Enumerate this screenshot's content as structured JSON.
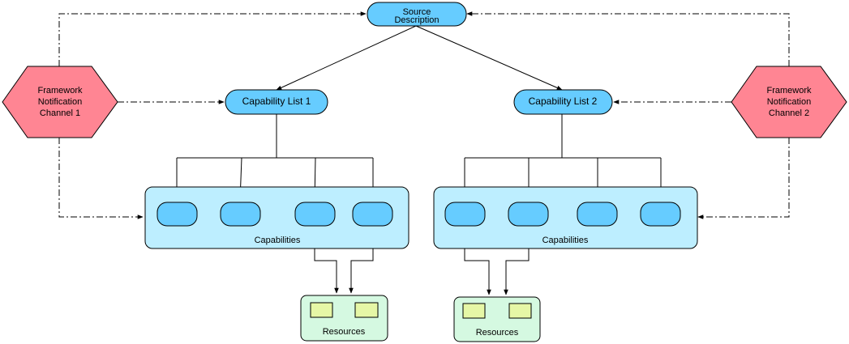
{
  "colors": {
    "pill_fill": "#66CCFF",
    "pill_stroke": "#000000",
    "container_fill": "#BDEEFF",
    "container_stroke": "#000000",
    "resource_container_fill": "#D5F9E1",
    "resource_item_fill": "#E6F7A6",
    "hexagon_fill": "#FF8593",
    "hexagon_stroke": "#000000",
    "line": "#000000"
  },
  "diagram": {
    "source_description": {
      "line1": "Source",
      "line2": "Description"
    },
    "capability_list_1": "Capability List 1",
    "capability_list_2": "Capability List 2",
    "framework_channel_1": {
      "line1": "Framework",
      "line2": "Notification",
      "line3": "Channel 1"
    },
    "framework_channel_2": {
      "line1": "Framework",
      "line2": "Notification",
      "line3": "Channel 2"
    },
    "capabilities_1_label": "Capabilities",
    "capabilities_2_label": "Capabilities",
    "resources_1_label": "Resources",
    "resources_2_label": "Resources"
  }
}
